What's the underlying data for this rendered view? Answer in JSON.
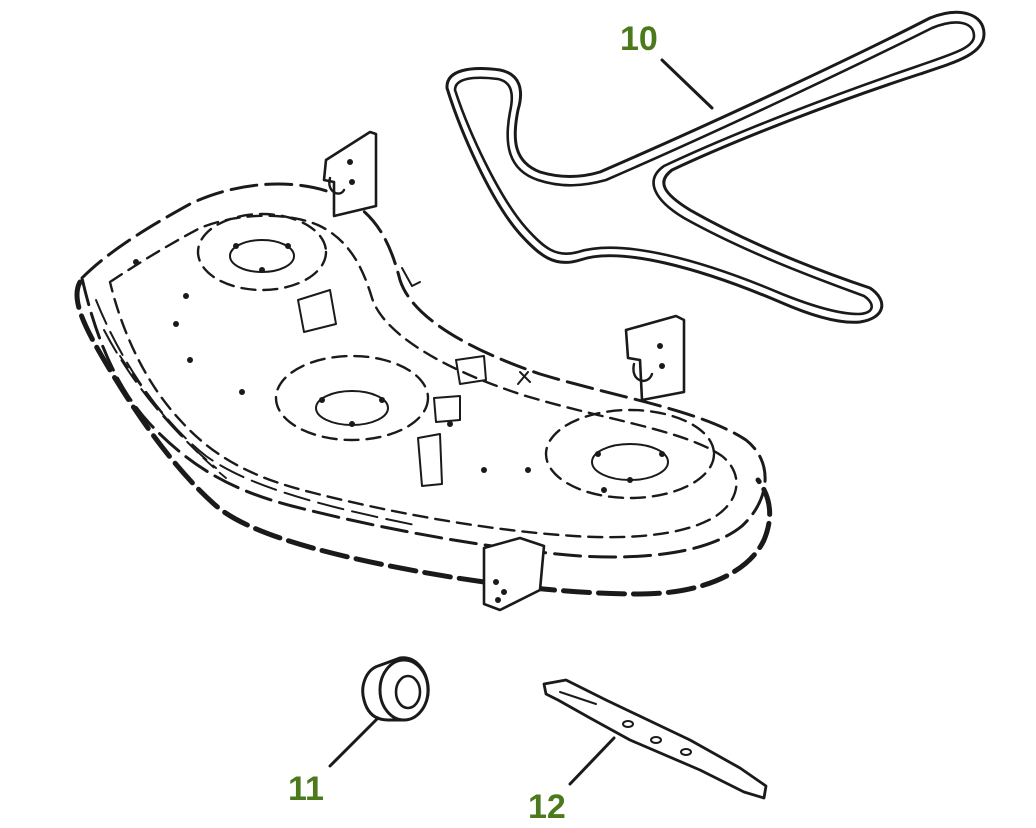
{
  "colors": {
    "callout": "#4a7a1c",
    "line": "#1a1a1a",
    "background": "#ffffff"
  },
  "callouts": [
    {
      "number": "10",
      "part": "belt"
    },
    {
      "number": "11",
      "part": "roller"
    },
    {
      "number": "12",
      "part": "blade"
    }
  ]
}
